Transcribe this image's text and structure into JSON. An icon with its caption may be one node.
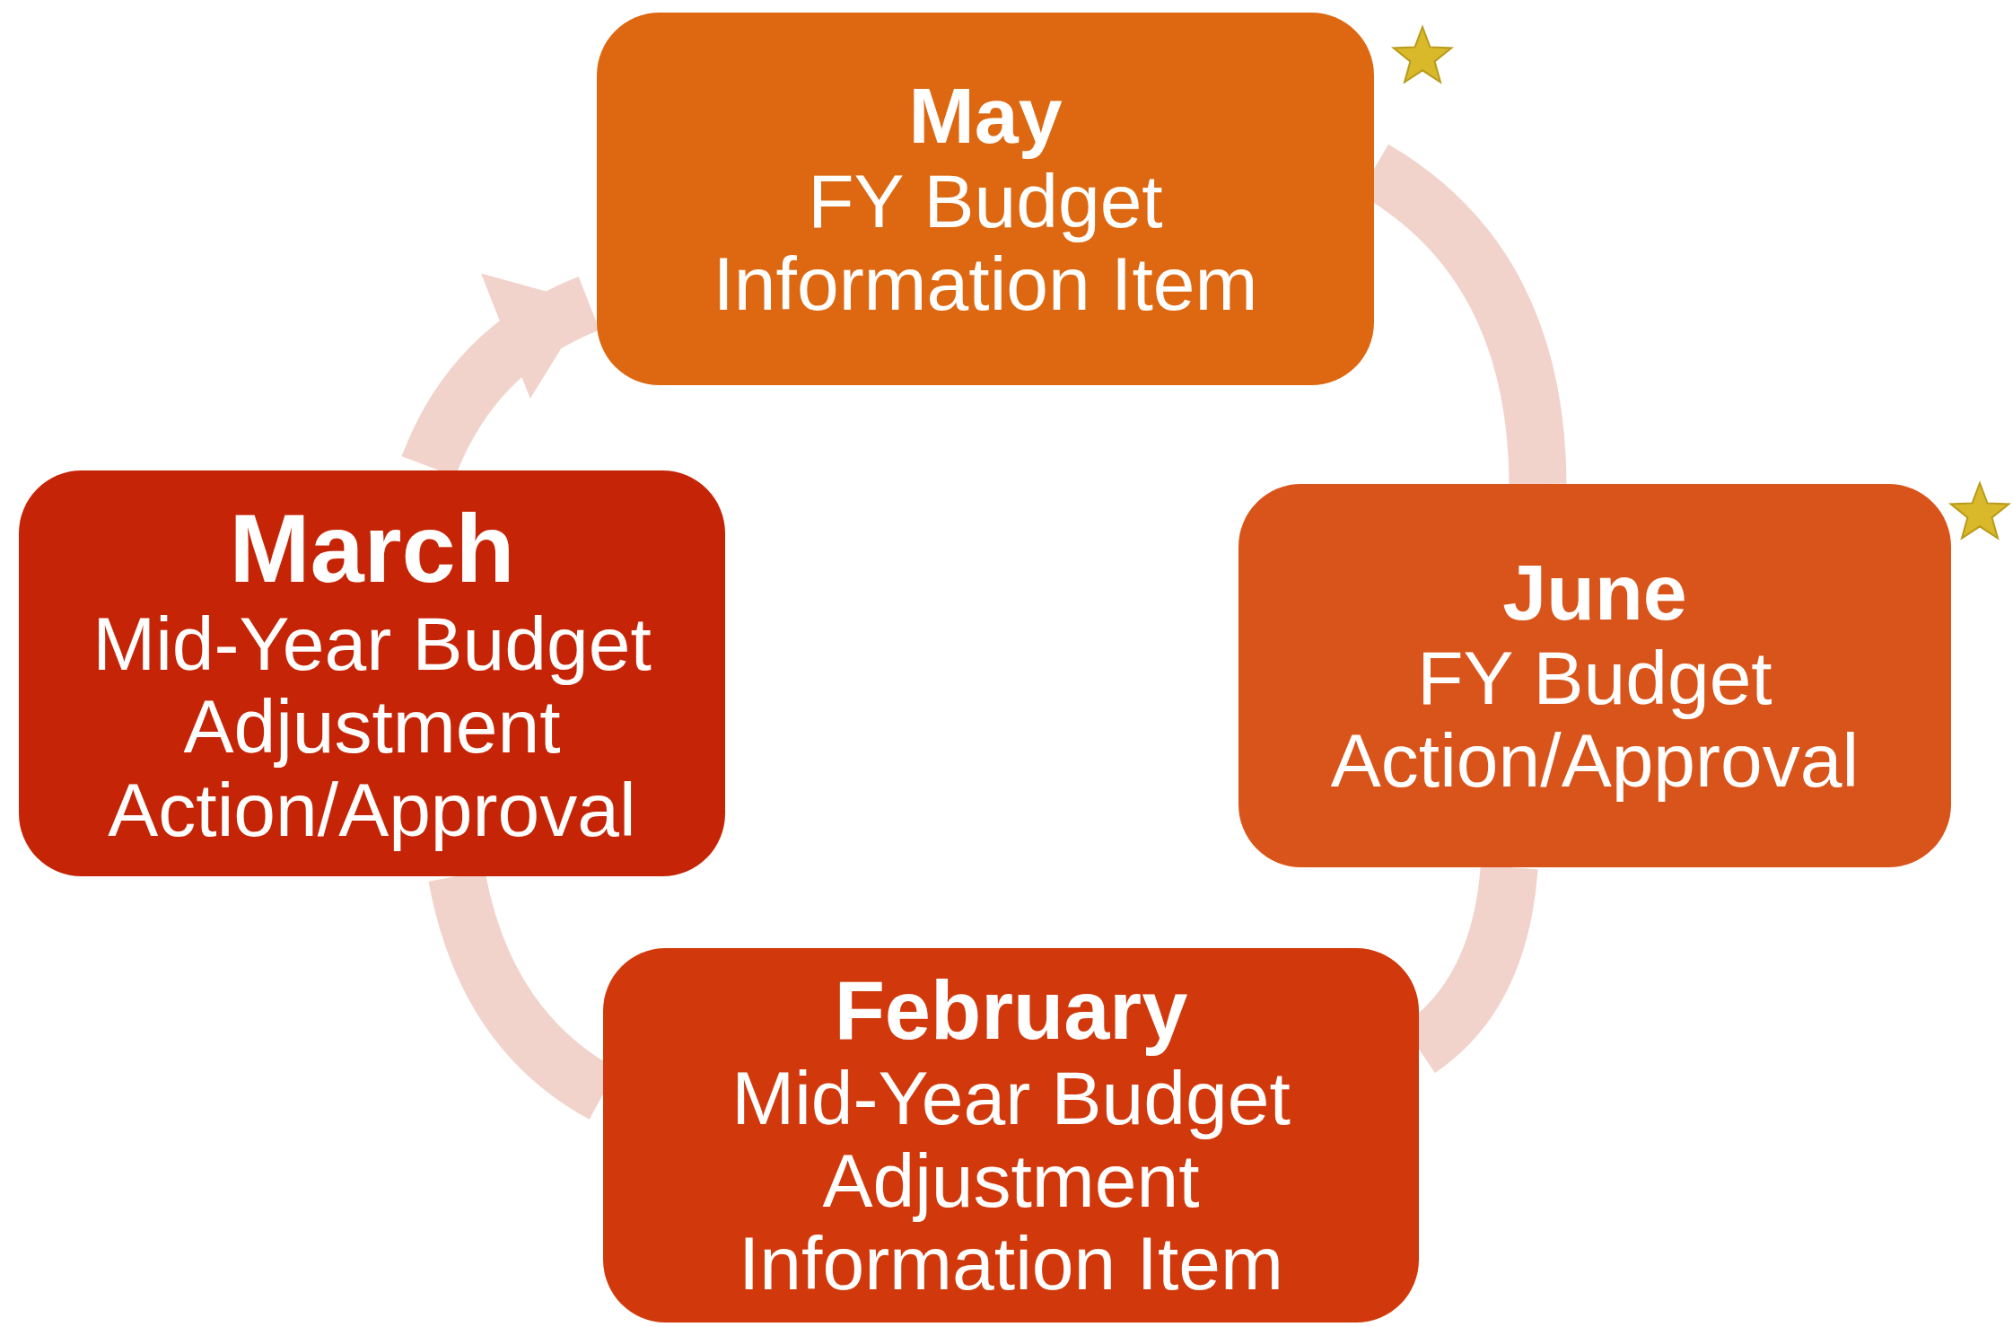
{
  "diagram": {
    "nodes": [
      {
        "text": [
          "May",
          "FY Budget Information Item"
        ]
      },
      {
        "text": [
          "June",
          "FY Budget Action/Approval"
        ]
      },
      {
        "text": [
          "February",
          "Mid-Year Budget Adjustment Information Item"
        ]
      },
      {
        "text": [
          "March",
          "Mid-Year Budget Adjustment Action/Approval"
        ]
      }
    ],
    "edges": [
      {
        "from": 0,
        "to": 1,
        "arrow": "none"
      },
      {
        "from": 1,
        "to": 2,
        "arrow": "none"
      },
      {
        "from": 2,
        "to": 3,
        "arrow": "none"
      },
      {
        "from": 3,
        "to": 0,
        "arrow": "to"
      }
    ]
  }
}
